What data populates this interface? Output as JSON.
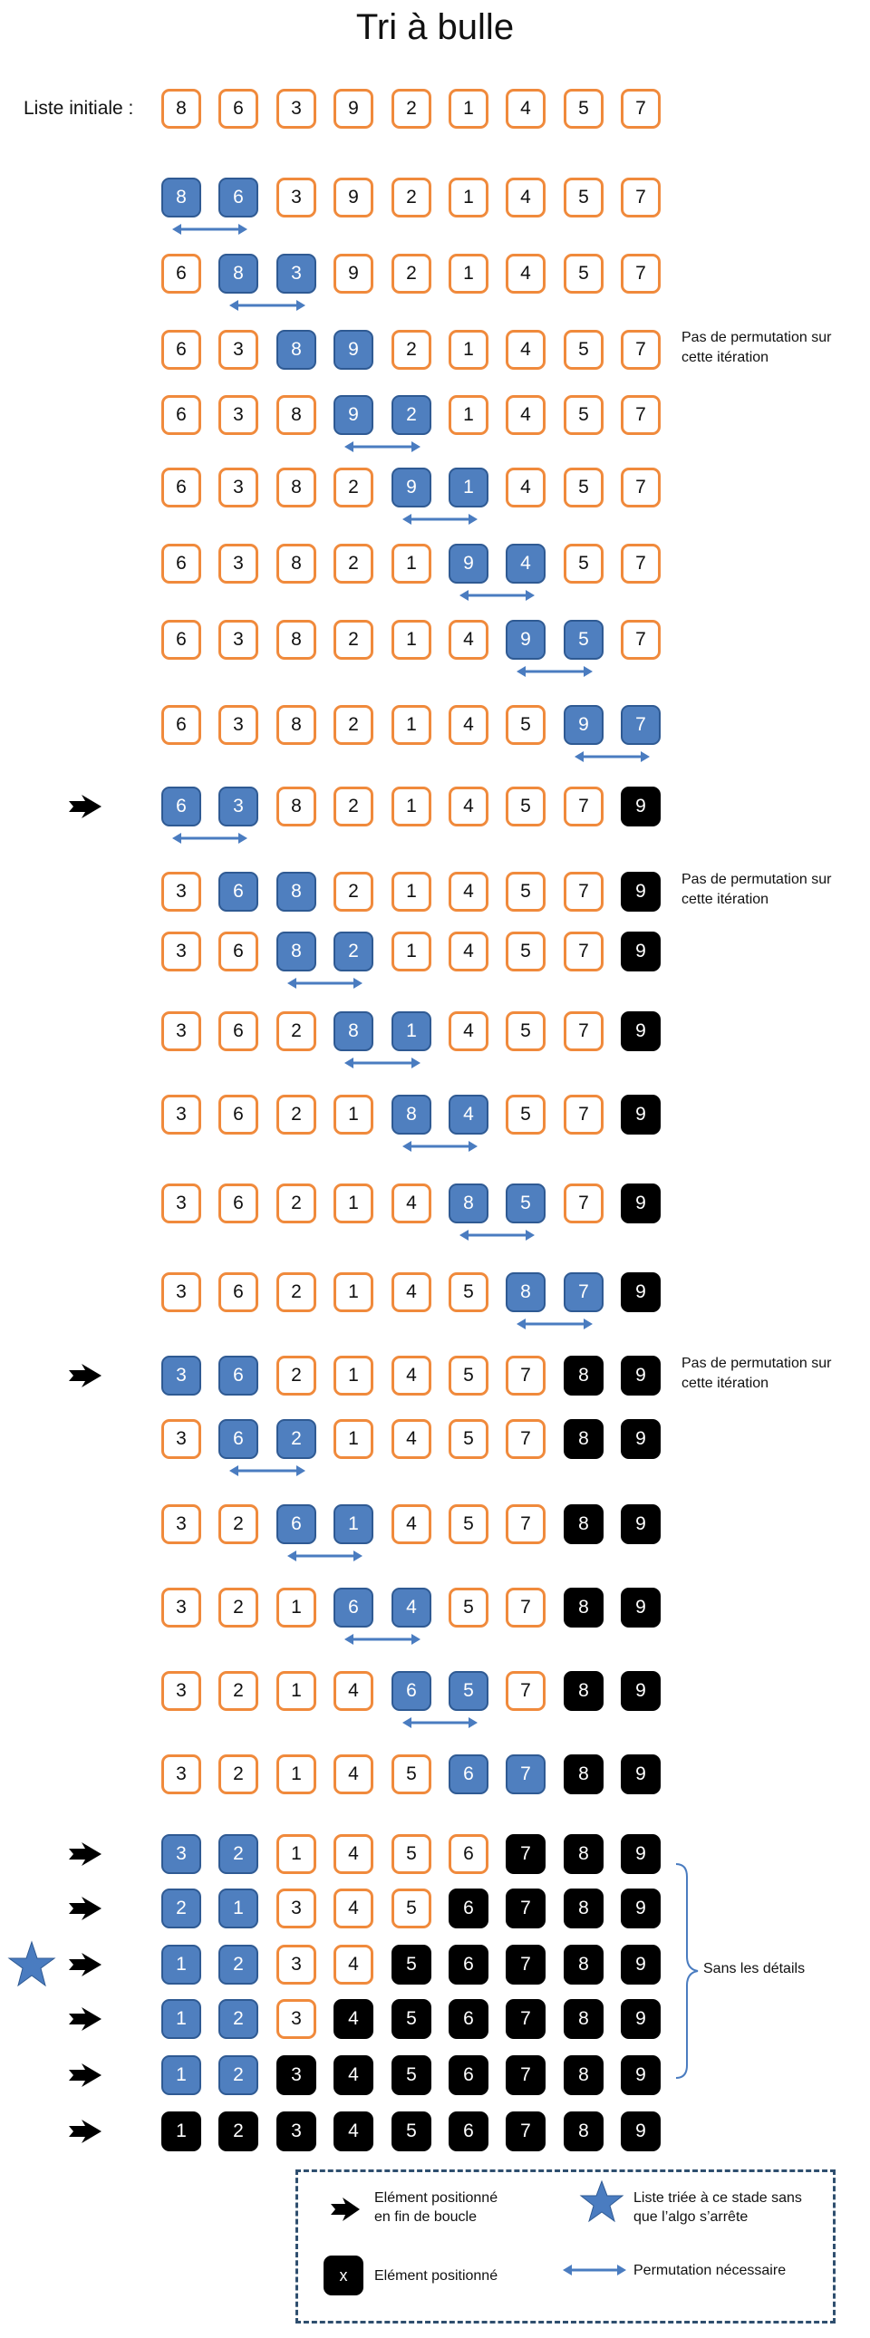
{
  "title": "Tri à bulle",
  "initial_label": "Liste initiale :",
  "notes": {
    "no_swap": "Pas de permutation sur cette itération"
  },
  "brace_label": "Sans les détails",
  "legend": {
    "end_of_loop": "Elément positionné en fin de boucle",
    "positioned": "Elément positionné",
    "positioned_symbol": "x",
    "sorted_stop": "Liste triée à ce stade sans que l’algo s’arrête",
    "swap_needed": "Permutation nécessaire"
  },
  "colors": {
    "normal_border": "#f08a3c",
    "active_fill": "#4f7fbf",
    "sorted_fill": "#000000",
    "arrow": "#4a7cc0"
  },
  "steps": [
    {
      "values": [
        8,
        6,
        3,
        9,
        2,
        1,
        4,
        5,
        7
      ],
      "active": [],
      "sorted": 0,
      "swap": false,
      "marker": false,
      "note": false,
      "star": false
    },
    {
      "values": [
        8,
        6,
        3,
        9,
        2,
        1,
        4,
        5,
        7
      ],
      "active": [
        0,
        1
      ],
      "sorted": 0,
      "swap": true,
      "marker": false,
      "note": false,
      "star": false
    },
    {
      "values": [
        6,
        8,
        3,
        9,
        2,
        1,
        4,
        5,
        7
      ],
      "active": [
        1,
        2
      ],
      "sorted": 0,
      "swap": true,
      "marker": false,
      "note": false,
      "star": false
    },
    {
      "values": [
        6,
        3,
        8,
        9,
        2,
        1,
        4,
        5,
        7
      ],
      "active": [
        2,
        3
      ],
      "sorted": 0,
      "swap": false,
      "marker": false,
      "note": true,
      "star": false
    },
    {
      "values": [
        6,
        3,
        8,
        9,
        2,
        1,
        4,
        5,
        7
      ],
      "active": [
        3,
        4
      ],
      "sorted": 0,
      "swap": true,
      "marker": false,
      "note": false,
      "star": false
    },
    {
      "values": [
        6,
        3,
        8,
        2,
        9,
        1,
        4,
        5,
        7
      ],
      "active": [
        4,
        5
      ],
      "sorted": 0,
      "swap": true,
      "marker": false,
      "note": false,
      "star": false
    },
    {
      "values": [
        6,
        3,
        8,
        2,
        1,
        9,
        4,
        5,
        7
      ],
      "active": [
        5,
        6
      ],
      "sorted": 0,
      "swap": true,
      "marker": false,
      "note": false,
      "star": false
    },
    {
      "values": [
        6,
        3,
        8,
        2,
        1,
        4,
        9,
        5,
        7
      ],
      "active": [
        6,
        7
      ],
      "sorted": 0,
      "swap": true,
      "marker": false,
      "note": false,
      "star": false
    },
    {
      "values": [
        6,
        3,
        8,
        2,
        1,
        4,
        5,
        9,
        7
      ],
      "active": [
        7,
        8
      ],
      "sorted": 0,
      "swap": true,
      "marker": false,
      "note": false,
      "star": false
    },
    {
      "values": [
        6,
        3,
        8,
        2,
        1,
        4,
        5,
        7,
        9
      ],
      "active": [
        0,
        1
      ],
      "sorted": 1,
      "swap": true,
      "marker": true,
      "note": false,
      "star": false
    },
    {
      "values": [
        3,
        6,
        8,
        2,
        1,
        4,
        5,
        7,
        9
      ],
      "active": [
        1,
        2
      ],
      "sorted": 1,
      "swap": false,
      "marker": false,
      "note": true,
      "star": false
    },
    {
      "values": [
        3,
        6,
        8,
        2,
        1,
        4,
        5,
        7,
        9
      ],
      "active": [
        2,
        3
      ],
      "sorted": 1,
      "swap": true,
      "marker": false,
      "note": false,
      "star": false
    },
    {
      "values": [
        3,
        6,
        2,
        8,
        1,
        4,
        5,
        7,
        9
      ],
      "active": [
        3,
        4
      ],
      "sorted": 1,
      "swap": true,
      "marker": false,
      "note": false,
      "star": false
    },
    {
      "values": [
        3,
        6,
        2,
        1,
        8,
        4,
        5,
        7,
        9
      ],
      "active": [
        4,
        5
      ],
      "sorted": 1,
      "swap": true,
      "marker": false,
      "note": false,
      "star": false
    },
    {
      "values": [
        3,
        6,
        2,
        1,
        4,
        8,
        5,
        7,
        9
      ],
      "active": [
        5,
        6
      ],
      "sorted": 1,
      "swap": true,
      "marker": false,
      "note": false,
      "star": false
    },
    {
      "values": [
        3,
        6,
        2,
        1,
        4,
        5,
        8,
        7,
        9
      ],
      "active": [
        6,
        7
      ],
      "sorted": 1,
      "swap": true,
      "marker": false,
      "note": false,
      "star": false
    },
    {
      "values": [
        3,
        6,
        2,
        1,
        4,
        5,
        7,
        8,
        9
      ],
      "active": [
        0,
        1
      ],
      "sorted": 2,
      "swap": false,
      "marker": true,
      "note": true,
      "star": false
    },
    {
      "values": [
        3,
        6,
        2,
        1,
        4,
        5,
        7,
        8,
        9
      ],
      "active": [
        1,
        2
      ],
      "sorted": 2,
      "swap": true,
      "marker": false,
      "note": false,
      "star": false
    },
    {
      "values": [
        3,
        2,
        6,
        1,
        4,
        5,
        7,
        8,
        9
      ],
      "active": [
        2,
        3
      ],
      "sorted": 2,
      "swap": true,
      "marker": false,
      "note": false,
      "star": false
    },
    {
      "values": [
        3,
        2,
        1,
        6,
        4,
        5,
        7,
        8,
        9
      ],
      "active": [
        3,
        4
      ],
      "sorted": 2,
      "swap": true,
      "marker": false,
      "note": false,
      "star": false
    },
    {
      "values": [
        3,
        2,
        1,
        4,
        6,
        5,
        7,
        8,
        9
      ],
      "active": [
        4,
        5
      ],
      "sorted": 2,
      "swap": true,
      "marker": false,
      "note": false,
      "star": false
    },
    {
      "values": [
        3,
        2,
        1,
        4,
        5,
        6,
        7,
        8,
        9
      ],
      "active": [
        5,
        6
      ],
      "sorted": 2,
      "swap": false,
      "marker": false,
      "note": false,
      "star": false
    },
    {
      "values": [
        3,
        2,
        1,
        4,
        5,
        6,
        7,
        8,
        9
      ],
      "active": [
        0,
        1
      ],
      "sorted": 3,
      "swap": false,
      "marker": true,
      "note": false,
      "star": false
    },
    {
      "values": [
        2,
        1,
        3,
        4,
        5,
        6,
        7,
        8,
        9
      ],
      "active": [
        0,
        1
      ],
      "sorted": 4,
      "swap": false,
      "marker": true,
      "note": false,
      "star": false
    },
    {
      "values": [
        1,
        2,
        3,
        4,
        5,
        6,
        7,
        8,
        9
      ],
      "active": [
        0,
        1
      ],
      "sorted": 5,
      "swap": false,
      "marker": true,
      "note": false,
      "star": true
    },
    {
      "values": [
        1,
        2,
        3,
        4,
        5,
        6,
        7,
        8,
        9
      ],
      "active": [
        0,
        1
      ],
      "sorted": 6,
      "swap": false,
      "marker": true,
      "note": false,
      "star": false
    },
    {
      "values": [
        1,
        2,
        3,
        4,
        5,
        6,
        7,
        8,
        9
      ],
      "active": [
        0,
        1
      ],
      "sorted": 7,
      "swap": false,
      "marker": true,
      "note": false,
      "star": false
    },
    {
      "values": [
        1,
        2,
        3,
        4,
        5,
        6,
        7,
        8,
        9
      ],
      "active": [],
      "sorted": 9,
      "swap": false,
      "marker": true,
      "note": false,
      "star": false
    }
  ]
}
